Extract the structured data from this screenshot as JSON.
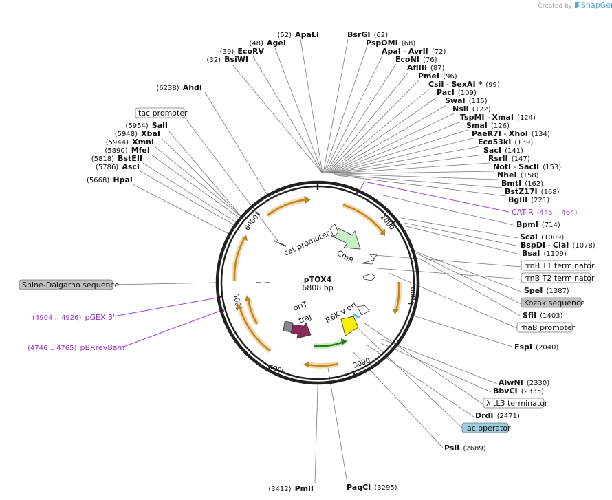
{
  "credit": {
    "created_by": "Created by",
    "brand": "SnapGene"
  },
  "plasmid": {
    "name": "pTOX4",
    "size": "6808 bp"
  },
  "ticks": [
    "1000",
    "2000",
    "3000",
    "4000",
    "5000",
    "6000"
  ],
  "inner_labels": {
    "cat_promoter": "cat promoter",
    "cmr": "CmR",
    "orit": "oriT",
    "traj": "traJ",
    "r6k": "R6K γ ori"
  },
  "sites": [
    {
      "name": "ApaLI",
      "pos": "(52)"
    },
    {
      "name": "AgeI",
      "pos": "(48)"
    },
    {
      "name": "EcoRV",
      "pos": "(39)"
    },
    {
      "name": "BsiWI",
      "pos": "(32)"
    },
    {
      "name": "AhdI",
      "pos": "(6238)"
    },
    {
      "name": "SalI",
      "pos": "(5954)"
    },
    {
      "name": "XbaI",
      "pos": "(5948)"
    },
    {
      "name": "XmnI",
      "pos": "(5944)"
    },
    {
      "name": "MfeI",
      "pos": "(5890)"
    },
    {
      "name": "BstEII",
      "pos": "(5818)"
    },
    {
      "name": "AscI",
      "pos": "(5786)"
    },
    {
      "name": "HpaI",
      "pos": "(5668)"
    },
    {
      "name": "BsrGI",
      "pos": "(62)"
    },
    {
      "name": "PspOMI",
      "pos": "(68)"
    },
    {
      "name": "ApaI",
      "pos": "(72)",
      "name2": "AvrII"
    },
    {
      "name": "EcoNI",
      "pos": "(76)"
    },
    {
      "name": "AflIII",
      "pos": "(87)"
    },
    {
      "name": "PmeI",
      "pos": "(96)"
    },
    {
      "name": "CsiI",
      "pos": "(99)",
      "name2": "SexAI *"
    },
    {
      "name": "PacI",
      "pos": "(109)"
    },
    {
      "name": "SwaI",
      "pos": "(115)"
    },
    {
      "name": "NsiI",
      "pos": "(122)"
    },
    {
      "name": "TspMI",
      "pos": "(124)",
      "name2": "XmaI"
    },
    {
      "name": "SmaI",
      "pos": "(126)"
    },
    {
      "name": "PaeR7I",
      "pos": "(134)",
      "name2": "XhoI"
    },
    {
      "name": "Eco53kI",
      "pos": "(139)"
    },
    {
      "name": "SacI",
      "pos": "(141)"
    },
    {
      "name": "RsrII",
      "pos": "(147)"
    },
    {
      "name": "NotI",
      "pos": "(153)",
      "name2": "SacII"
    },
    {
      "name": "NheI",
      "pos": "(158)"
    },
    {
      "name": "BmtI",
      "pos": "(162)"
    },
    {
      "name": "BstZ17I",
      "pos": "(168)"
    },
    {
      "name": "BglII",
      "pos": "(221)"
    },
    {
      "name": "BpmI",
      "pos": "(714)"
    },
    {
      "name": "ScaI",
      "pos": "(1009)"
    },
    {
      "name": "BspDI",
      "pos": "(1078)",
      "name2": "ClaI"
    },
    {
      "name": "BsaI",
      "pos": "(1109)"
    },
    {
      "name": "SpeI",
      "pos": "(1387)"
    },
    {
      "name": "SfiI",
      "pos": "(1403)"
    },
    {
      "name": "FspI",
      "pos": "(2040)"
    },
    {
      "name": "AlwNI",
      "pos": "(2330)"
    },
    {
      "name": "BbvCI",
      "pos": "(2335)"
    },
    {
      "name": "DrdI",
      "pos": "(2471)"
    },
    {
      "name": "PsiI",
      "pos": "(2689)"
    },
    {
      "name": "PaqCI",
      "pos": "(3295)"
    },
    {
      "name": "PmlI",
      "pos": "(3412)"
    }
  ],
  "primers": [
    {
      "name": "CAT-R",
      "range": "(445 .. 464)"
    },
    {
      "name": "pGEX 3'",
      "range": "(4904 .. 4926)"
    },
    {
      "name": "pBRrevBam",
      "range": "(4746 .. 4765)"
    }
  ],
  "boxed_features": [
    {
      "label": "tac promoter",
      "color": "#ffffff"
    },
    {
      "label": "Shine-Dalgarno sequence",
      "color": "#c0c0c0"
    },
    {
      "label": "rrnB T1 terminator",
      "color": "#ffffff"
    },
    {
      "label": "rrnB T2 terminator",
      "color": "#ffffff"
    },
    {
      "label": "Kozak sequence",
      "color": "#c0c0c0"
    },
    {
      "label": "rhaB promoter",
      "color": "#ffffff"
    },
    {
      "label": "λ tL3 terminator",
      "color": "#ffffff"
    },
    {
      "label": "lac operator",
      "color": "#9fcfe0"
    }
  ]
}
